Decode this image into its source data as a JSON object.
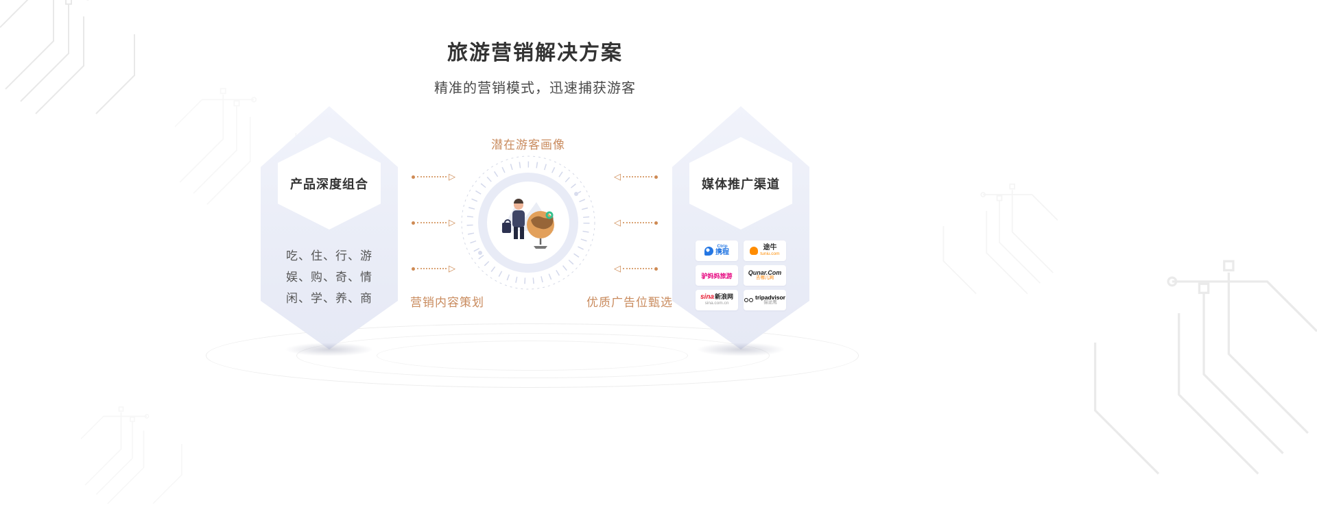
{
  "colors": {
    "accent_orange": "#C98B5E",
    "hex_card_bg": "#EAEDF7",
    "title_color": "#333333",
    "ctrip_blue": "#2577E3",
    "tuniu_orange": "#FF8C00",
    "lvmama_magenta": "#E5007D",
    "qunar_orange": "#FF8300",
    "sina_red": "#E6162D"
  },
  "icons": {
    "arrow_right": "▷",
    "arrow_left": "◁"
  },
  "header": {
    "title": "旅游营销解决方案",
    "subtitle": "精准的营销模式，迅速捕获游客"
  },
  "left_card": {
    "title": "产品深度组合",
    "lines": [
      "吃、住、行、游",
      "娱、购、奇、情",
      "闲、学、养、商"
    ]
  },
  "center_diagram": {
    "top_label": "潜在游客画像",
    "bottom_left_label": "营销内容策划",
    "bottom_right_label": "优质广告位甄选"
  },
  "right_card": {
    "title": "媒体推广渠道",
    "logos": [
      {
        "id": "ctrip",
        "top": "Ctrip",
        "main": "携程"
      },
      {
        "id": "tuniu",
        "main": "途牛",
        "sub": "tuniu.com"
      },
      {
        "id": "lvmama",
        "main": "驴妈妈旅游"
      },
      {
        "id": "qunar",
        "main": "Qunar.Com",
        "sub": "去哪儿网"
      },
      {
        "id": "sina",
        "brand": "sina",
        "main": "新浪网",
        "sub": "sina.com.cn"
      },
      {
        "id": "tripadvisor",
        "main": "tripadvisor",
        "sub": "猫途鹰"
      }
    ]
  }
}
